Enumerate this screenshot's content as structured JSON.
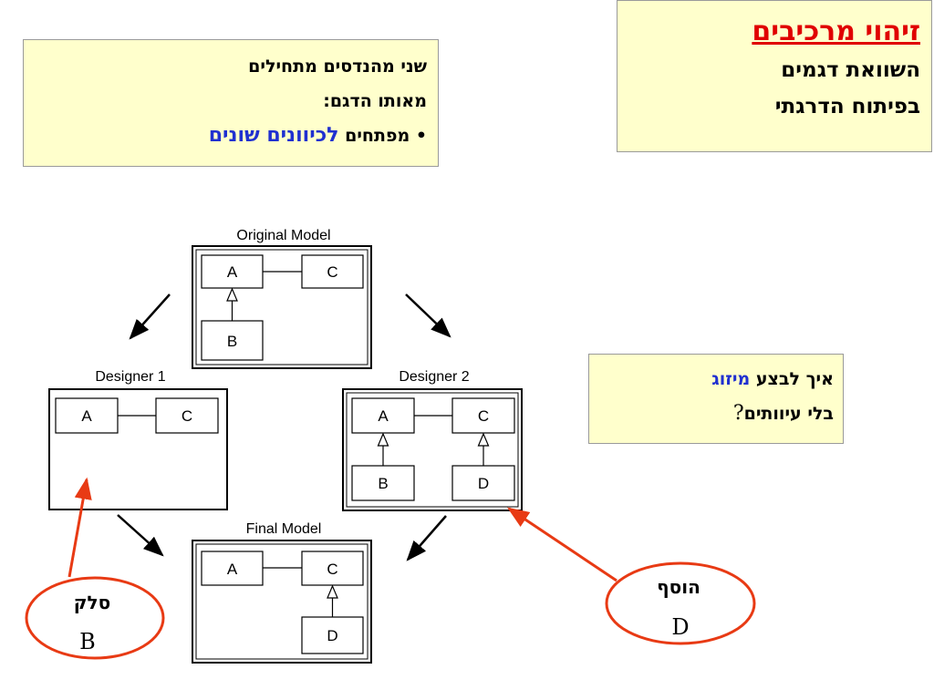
{
  "title_box": {
    "title": "זיהוי מרכיבים",
    "line1": "השוואת דגמים",
    "line2": "בפיתוח הדרגתי"
  },
  "intro_box": {
    "line1": "שני מהנדסים מתחילים",
    "line2": "מאותו הדגם:",
    "bullet": "•",
    "line3_prefix": "מפתחים",
    "line3_highlight": "לכיוונים שונים"
  },
  "merge_box": {
    "line1_prefix": "איך לבצע",
    "line1_highlight": "מיזוג",
    "line2": "בלי עיוותים",
    "line2_mark": "?"
  },
  "models": {
    "original": {
      "label": "Original Model",
      "classes": {
        "a": "A",
        "c": "C",
        "b": "B"
      }
    },
    "designer1": {
      "label": "Designer 1",
      "classes": {
        "a": "A",
        "c": "C"
      }
    },
    "designer2": {
      "label": "Designer 2",
      "classes": {
        "a": "A",
        "c": "C",
        "b": "B",
        "d": "D"
      }
    },
    "final": {
      "label": "Final Model",
      "classes": {
        "a": "A",
        "c": "C",
        "d": "D"
      }
    }
  },
  "callouts": {
    "remove": {
      "action": "סלק",
      "item": "B"
    },
    "add": {
      "action": "הוסף",
      "item": "D"
    }
  },
  "colors": {
    "note_bg": "#ffffcc",
    "title_red": "#e00000",
    "highlight_blue": "#2030d0",
    "callout_red": "#e83a14"
  }
}
